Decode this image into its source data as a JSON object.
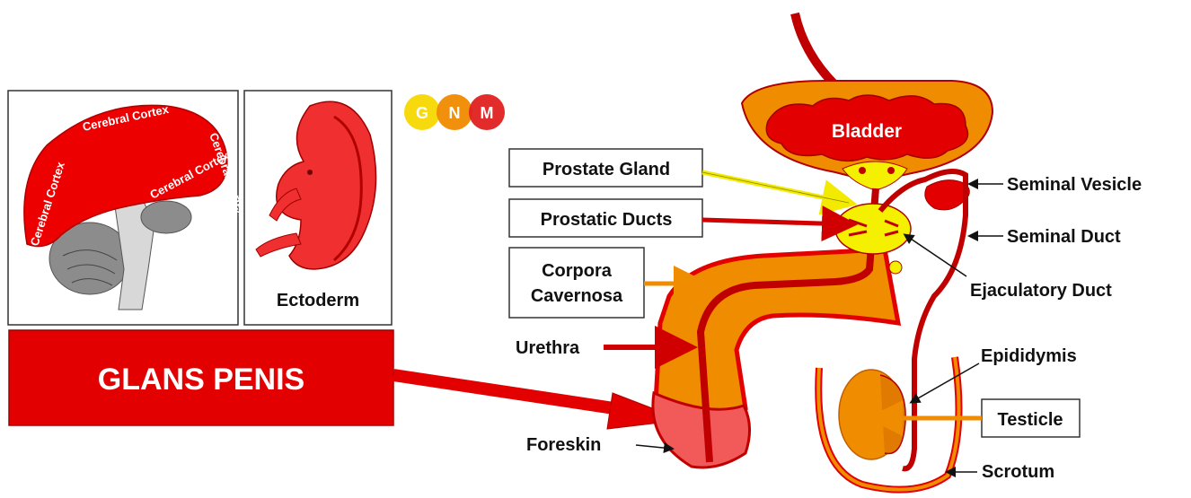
{
  "logo": {
    "letters": [
      "G",
      "N",
      "M"
    ],
    "colors": [
      "#f0d000",
      "#f08a00",
      "#e02020"
    ]
  },
  "brain_panel": {
    "cortex_labels": [
      "Cerebral Cortex",
      "Cerebral Cortex",
      "Cerebral Cortex",
      "Cerebral Cortex"
    ]
  },
  "embryo_panel": {
    "label": "Ectoderm"
  },
  "glans_box": {
    "label": "GLANS PENIS"
  },
  "anatomy": {
    "bladder": "Bladder",
    "labels_left": {
      "prostate_gland": "Prostate Gland",
      "prostatic_ducts": "Prostatic Ducts",
      "corpora_line1": "Corpora",
      "corpora_line2": "Cavernosa",
      "urethra": "Urethra",
      "foreskin": "Foreskin"
    },
    "labels_right": {
      "seminal_vesicle": "Seminal Vesicle",
      "seminal_duct": "Seminal Duct",
      "ejaculatory_duct": "Ejaculatory Duct",
      "epididymis": "Epididymis",
      "testicle": "Testicle",
      "scrotum": "Scrotum"
    }
  },
  "colors": {
    "red": "#e30000",
    "dark_red": "#b00000",
    "orange": "#f08c00",
    "yellow": "#f5f000",
    "pink": "#f25a5a",
    "gray": "#9a9a9a"
  }
}
